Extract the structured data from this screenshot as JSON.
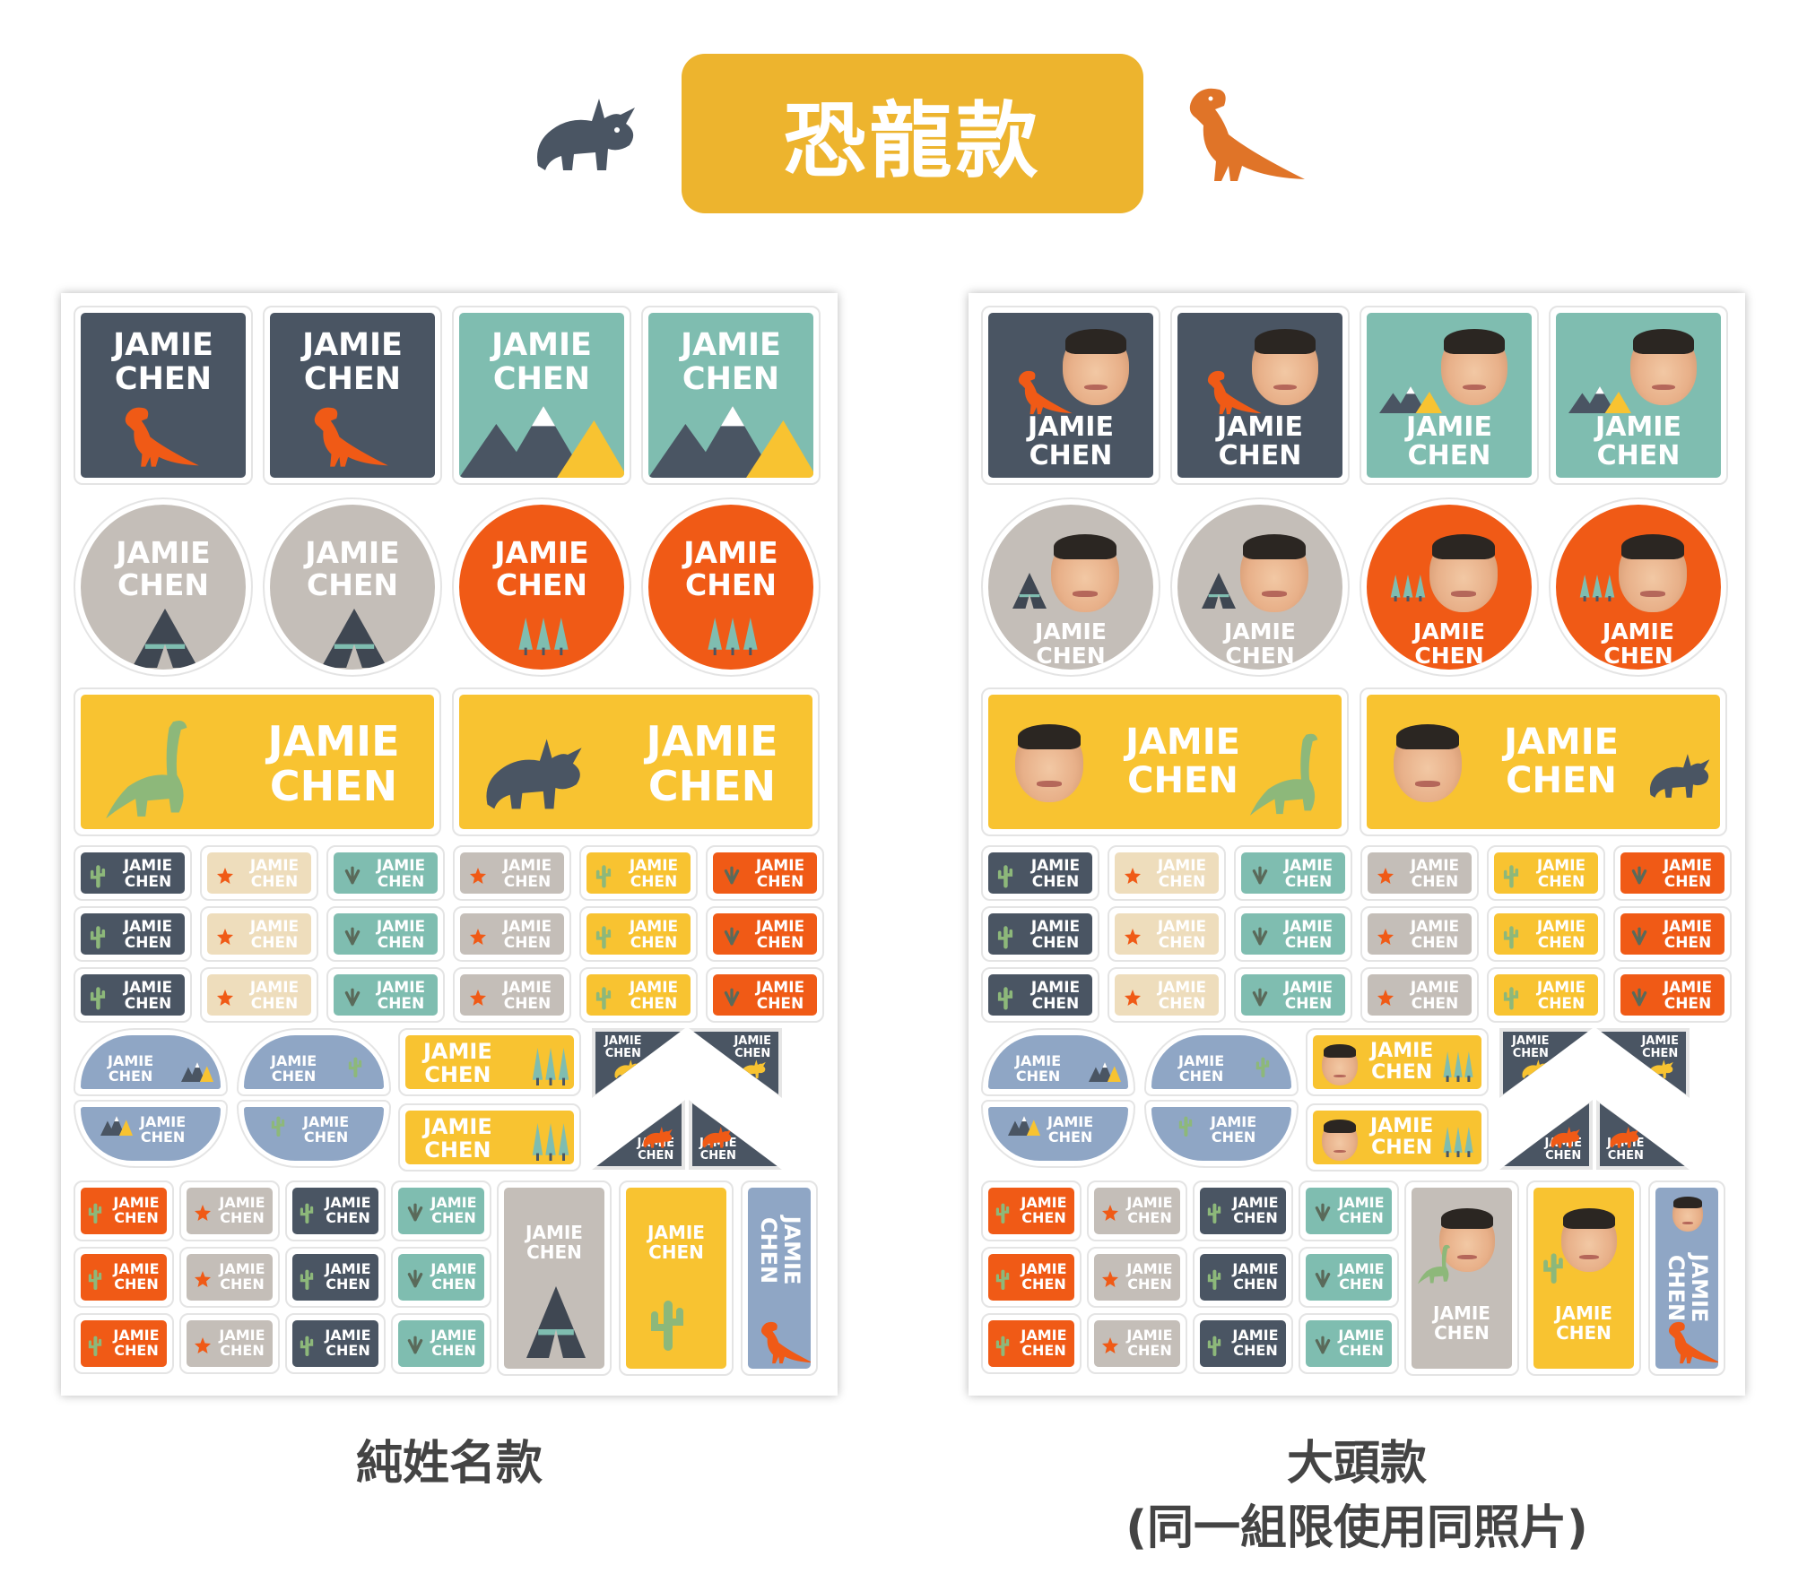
{
  "header": {
    "title": "恐龍款",
    "banner_color": "#EDB42E",
    "left_icon": "triceratops-icon",
    "right_icon": "t-rex-icon"
  },
  "colors": {
    "navy": "#4A5563",
    "teal": "#7FBDB0",
    "gray": "#C4BEB8",
    "orange": "#F05A16",
    "yellow": "#F8C331",
    "beige": "#EEDDBC",
    "blue": "#8FA6C5",
    "label_text_dark": "#ffffff"
  },
  "sheets": [
    {
      "id": "name-only",
      "caption": "純姓名款",
      "name_line1": "JAMIE",
      "name_line2": "CHEN"
    },
    {
      "id": "big-head",
      "caption_line1": "大頭款",
      "caption_line2": "(同一組限使用同照片)",
      "name_line1": "JAMIE",
      "name_line2": "CHEN"
    }
  ]
}
